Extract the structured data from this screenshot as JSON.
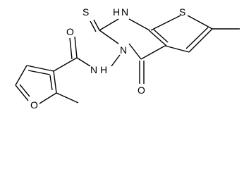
{
  "atoms": {
    "thione_s": "S",
    "thiophene_s": "S",
    "ring_nh": "H",
    "ring_n1": "N",
    "ring_n3": "N",
    "amide_nh": "N",
    "amide_nh_h": "H",
    "amide_o": "O",
    "keto_o": "O",
    "furan_o": "O"
  }
}
